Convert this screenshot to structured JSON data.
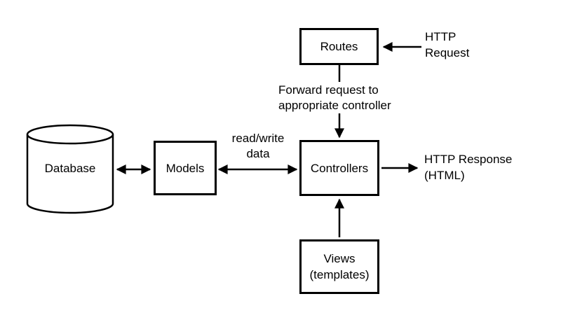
{
  "diagram": {
    "background": "#ffffff",
    "stroke_color": "#000000",
    "text_color": "#000000",
    "nodes": {
      "routes": {
        "label": "Routes",
        "shape": "rectangle"
      },
      "database": {
        "label": "Database",
        "shape": "cylinder"
      },
      "models": {
        "label": "Models",
        "shape": "rectangle"
      },
      "controllers": {
        "label": "Controllers",
        "shape": "rectangle"
      },
      "views": {
        "label": "Views\n(templates)",
        "shape": "rectangle"
      }
    },
    "annotations": {
      "http_request": "HTTP\nRequest",
      "forward_request": "Forward request to\nappropriate controller",
      "read_write_data": "read/write\ndata",
      "http_response": "HTTP Response\n(HTML)"
    },
    "edges": [
      {
        "from": "http-request-label",
        "to": "routes",
        "style": "arrow"
      },
      {
        "from": "routes",
        "to": "controllers",
        "style": "arrow",
        "label": "Forward request to appropriate controller"
      },
      {
        "from": "database",
        "to": "models",
        "style": "double-arrow"
      },
      {
        "from": "models",
        "to": "controllers",
        "style": "double-arrow",
        "label": "read/write data"
      },
      {
        "from": "controllers",
        "to": "http-response-label",
        "style": "arrow"
      },
      {
        "from": "views",
        "to": "controllers",
        "style": "arrow"
      }
    ]
  }
}
